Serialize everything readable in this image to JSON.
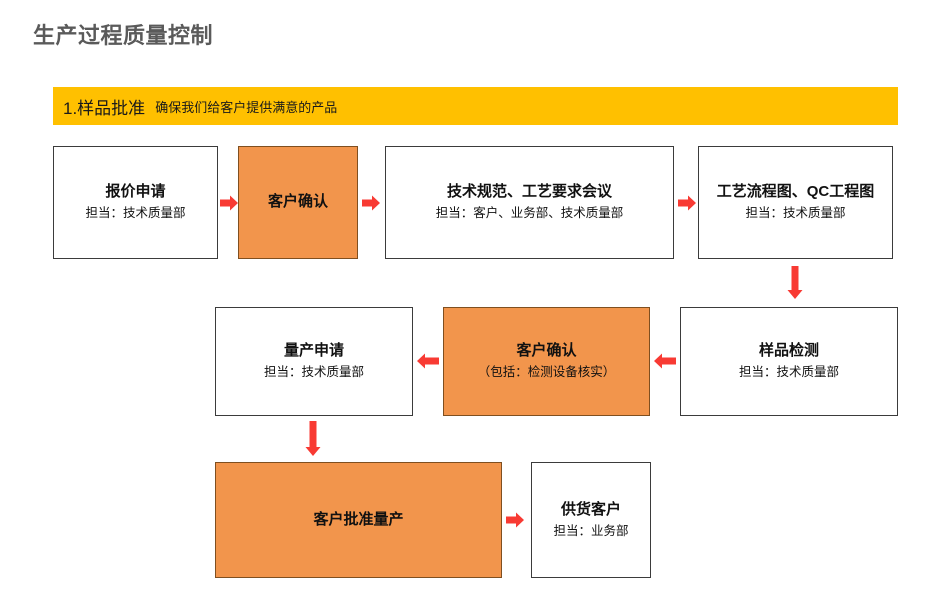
{
  "page": {
    "title": "生产过程质量控制"
  },
  "banner": {
    "number_label": "1.样品批准",
    "subtitle": "确保我们给客户提供满意的产品",
    "background_color": "#FFC000"
  },
  "colors": {
    "accent_orange": "#F2954C",
    "banner_yellow": "#FFC000",
    "arrow_red": "#F83A33",
    "title_gray": "#5A5A5A",
    "box_border": "#3B3B3B"
  },
  "flow": {
    "rows": [
      {
        "id": "row-1",
        "nodes": [
          {
            "id": "quotation-request",
            "title": "报价申请",
            "subtitle": "担当：技术质量部",
            "fill": "white"
          },
          {
            "id": "customer-confirm-1",
            "title": "客户确认",
            "subtitle": "",
            "fill": "orange"
          },
          {
            "id": "tech-spec-meeting",
            "title": "技术规范、工艺要求会议",
            "subtitle": "担当：客户、业务部、技术质量部",
            "fill": "white"
          },
          {
            "id": "process-flow-qc-chart",
            "title": "工艺流程图、QC工程图",
            "subtitle": "担当：技术质量部",
            "fill": "white"
          }
        ]
      },
      {
        "id": "row-2",
        "nodes": [
          {
            "id": "mass-production-request",
            "title": "量产申请",
            "subtitle": "担当：技术质量部",
            "fill": "white"
          },
          {
            "id": "customer-confirm-2",
            "title": "客户确认",
            "subtitle": "（包括：检测设备核实）",
            "fill": "orange"
          },
          {
            "id": "sample-inspection",
            "title": "样品检测",
            "subtitle": "担当：技术质量部",
            "fill": "white"
          }
        ]
      },
      {
        "id": "row-3",
        "nodes": [
          {
            "id": "customer-approve-mass-production",
            "title": "客户批准量产",
            "subtitle": "",
            "fill": "orange"
          },
          {
            "id": "supply-customer",
            "title": "供货客户",
            "subtitle": "担当：业务部",
            "fill": "white"
          }
        ]
      }
    ],
    "connectors": [
      {
        "id": "arrow-quotation-to-confirm1",
        "direction": "right"
      },
      {
        "id": "arrow-confirm1-to-techspec",
        "direction": "right"
      },
      {
        "id": "arrow-techspec-to-processflow",
        "direction": "right"
      },
      {
        "id": "arrow-processflow-to-sampleinspection",
        "direction": "down"
      },
      {
        "id": "arrow-sampleinspection-to-confirm2",
        "direction": "left"
      },
      {
        "id": "arrow-confirm2-to-massproduction",
        "direction": "left"
      },
      {
        "id": "arrow-massproduction-to-approve",
        "direction": "down"
      },
      {
        "id": "arrow-approve-to-supply",
        "direction": "right"
      }
    ]
  }
}
